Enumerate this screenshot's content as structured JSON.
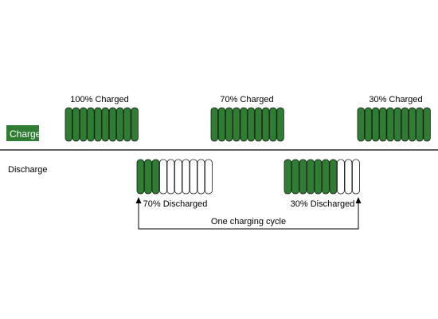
{
  "colors": {
    "charged": "#2e7d32",
    "empty": "#ffffff",
    "outline": "#1b1b1b",
    "badge": "#2e7d32",
    "line": "#000000"
  },
  "rows": {
    "charge_label": "Charge",
    "discharge_label": "Discharge"
  },
  "charge_batteries": [
    {
      "label": "100% Charged",
      "cells": 10,
      "filled": 10
    },
    {
      "label": "70% Charged",
      "cells": 10,
      "filled": 10
    },
    {
      "label": "30% Charged",
      "cells": 10,
      "filled": 10
    }
  ],
  "discharge_batteries": [
    {
      "label": "70% Discharged",
      "cells": 10,
      "filled": 3
    },
    {
      "label": "30% Discharged",
      "cells": 10,
      "filled": 7
    }
  ],
  "cycle_label": "One charging cycle"
}
